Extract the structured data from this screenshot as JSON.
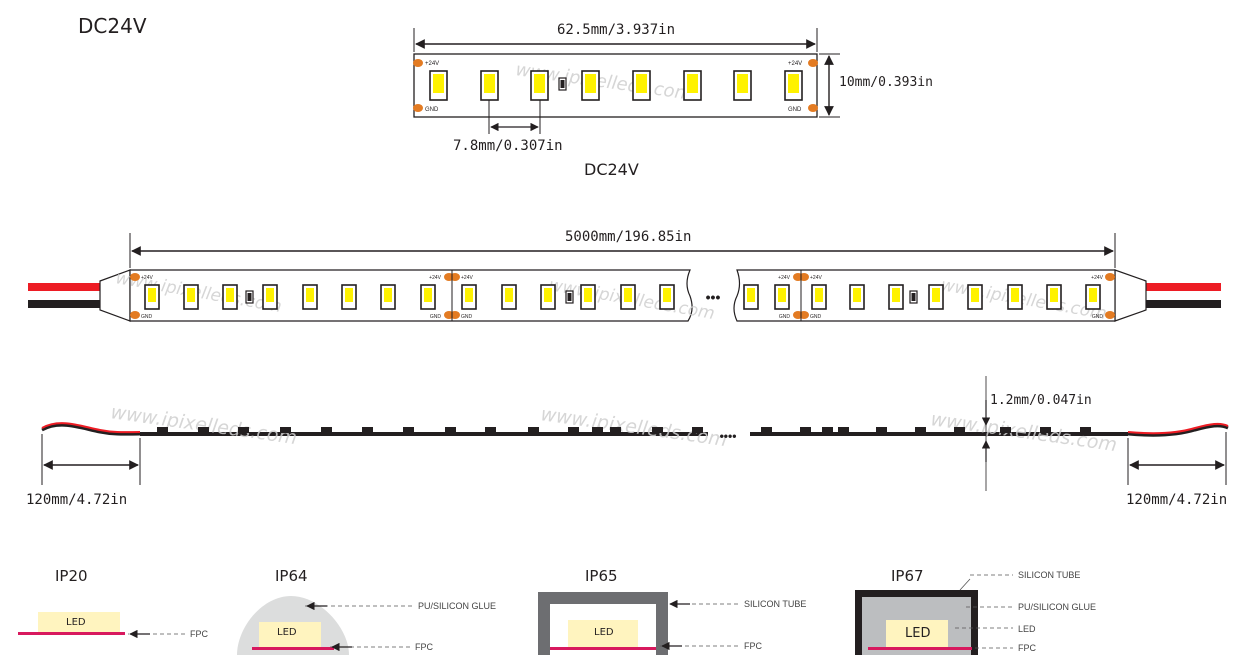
{
  "header": {
    "title": "DC24V"
  },
  "segment": {
    "length": "62.5mm/3.937in",
    "width": "10mm/0.393in",
    "pitch": "7.8mm/0.307in",
    "subtitle": "DC24V",
    "pos_label": "+24V",
    "neg_label": "GND"
  },
  "strip": {
    "length": "5000mm/196.85in",
    "ellipsis": "•••"
  },
  "side": {
    "thickness": "1.2mm/0.047in",
    "lead_left": "120mm/4.72in",
    "lead_right": "120mm/4.72in",
    "ellipsis": "••••"
  },
  "ip": [
    {
      "code": "IP20",
      "led": "LED",
      "callouts": [
        "FPC"
      ]
    },
    {
      "code": "IP64",
      "led": "LED",
      "callouts": [
        "PU/SILICON GLUE",
        "FPC"
      ]
    },
    {
      "code": "IP65",
      "led": "LED",
      "callouts": [
        "SILICON TUBE",
        "FPC"
      ]
    },
    {
      "code": "IP67",
      "led": "LED",
      "callouts": [
        "SILICON TUBE",
        "PU/SILICON GLUE",
        "LED",
        "FPC"
      ]
    }
  ],
  "watermark": "www.ipixelleds.com",
  "colors": {
    "line": "#231f20",
    "led_fill": "#fff200",
    "pad": "#e37b22",
    "wire_red": "#ed1c24",
    "wire_black": "#231f20",
    "fpc": "#d8195e",
    "led_chip": "#fff4bf",
    "tube": "#6d6e71",
    "glue": "#dcdddd",
    "watermark": "#cfcfcf"
  }
}
